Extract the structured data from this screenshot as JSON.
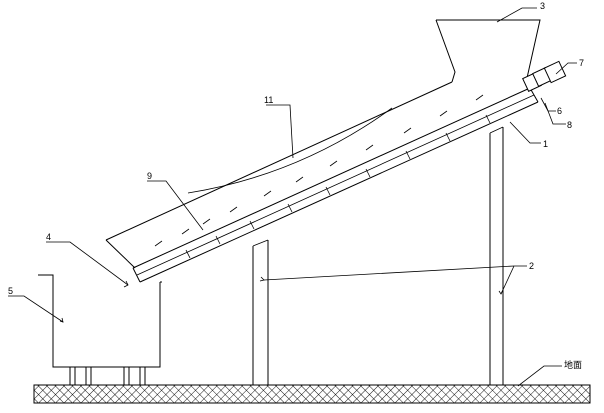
{
  "labels": {
    "tube": "1",
    "supports": "2",
    "feed_hopper": "3",
    "discharge_chute": "4",
    "receiving_bin": "5",
    "part_6": "6",
    "motor": "7",
    "part_8": "8",
    "screw_shaft": "9",
    "screen": "11",
    "ground": "地面"
  }
}
